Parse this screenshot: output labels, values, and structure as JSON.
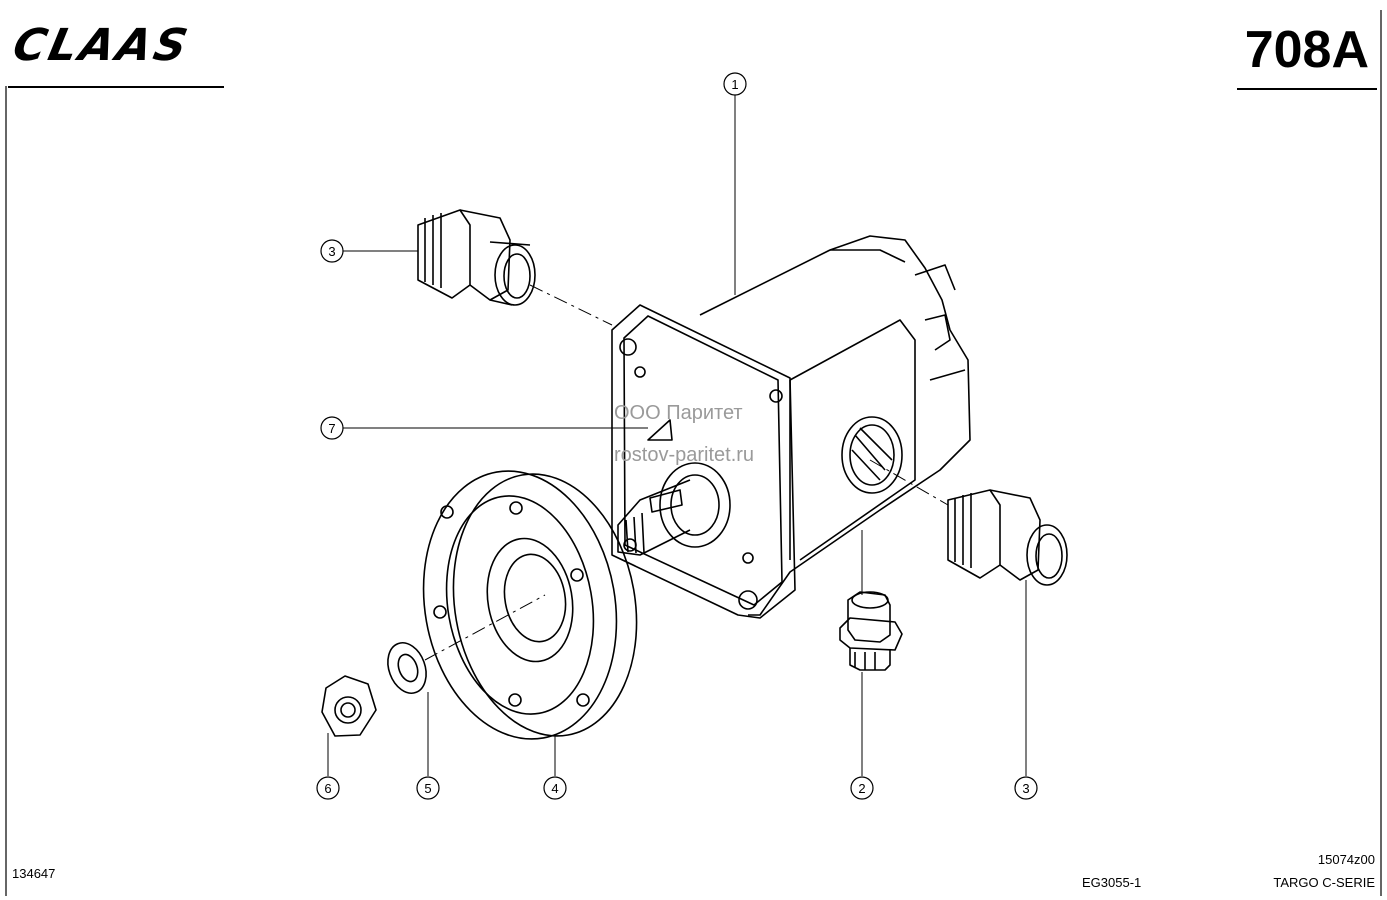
{
  "header": {
    "brand": "CLAAS",
    "sheet_number": "708A"
  },
  "callouts": [
    "1",
    "2",
    "3",
    "3",
    "4",
    "5",
    "6",
    "7"
  ],
  "footer": {
    "left_number": "134647",
    "center_code": "EG3055-1",
    "right_code": "15074z00",
    "series": "TARGO C-SERIE"
  },
  "watermark": {
    "line1": "ООО Паритет",
    "line2": "rostov-paritet.ru"
  }
}
